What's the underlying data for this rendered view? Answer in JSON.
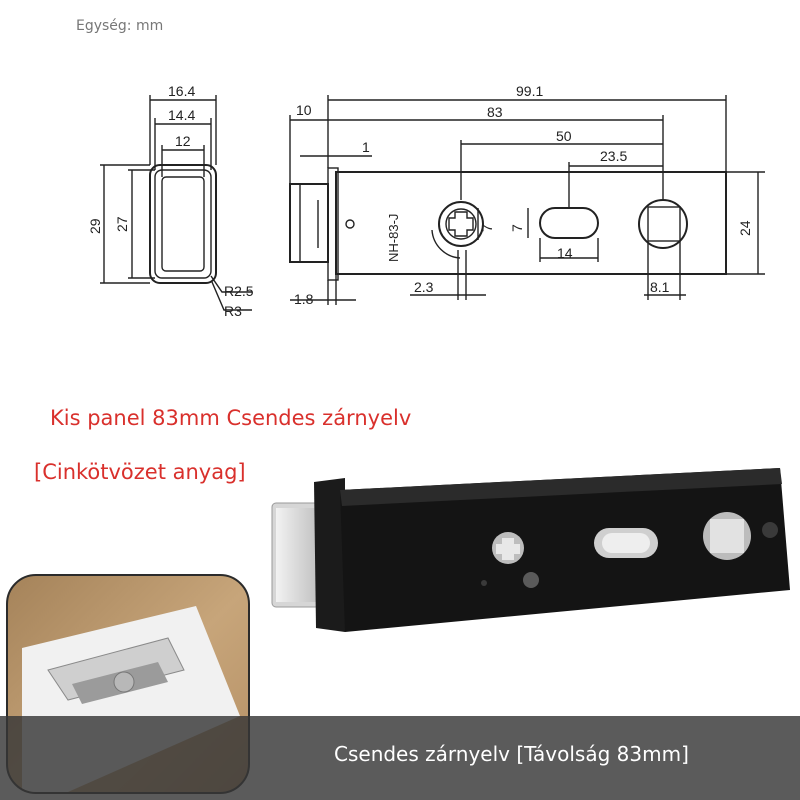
{
  "unit_label": "Egység: mm",
  "drawing": {
    "dims": {
      "w164": "16.4",
      "w144": "14.4",
      "w12": "12",
      "h29": "29",
      "h27": "27",
      "r25": "R2.5",
      "r3": "R3",
      "d10": "10",
      "d991": "99.1",
      "d83": "83",
      "d1": "1",
      "d50": "50",
      "d235": "23.5",
      "d7a": "7",
      "d7b": "7",
      "d14": "14",
      "d24": "24",
      "d18": "1.8",
      "d23": "2.3",
      "d81": "8.1"
    },
    "stamp": "NH-83-J"
  },
  "title": "Kis panel 83mm Csendes zárnyelv",
  "material": "[Cinkötvözet anyag]",
  "caption": "Csendes zárnyelv [Távolság 83mm]",
  "colors": {
    "red_text": "#d9302c",
    "caption_bar": "#373737"
  }
}
